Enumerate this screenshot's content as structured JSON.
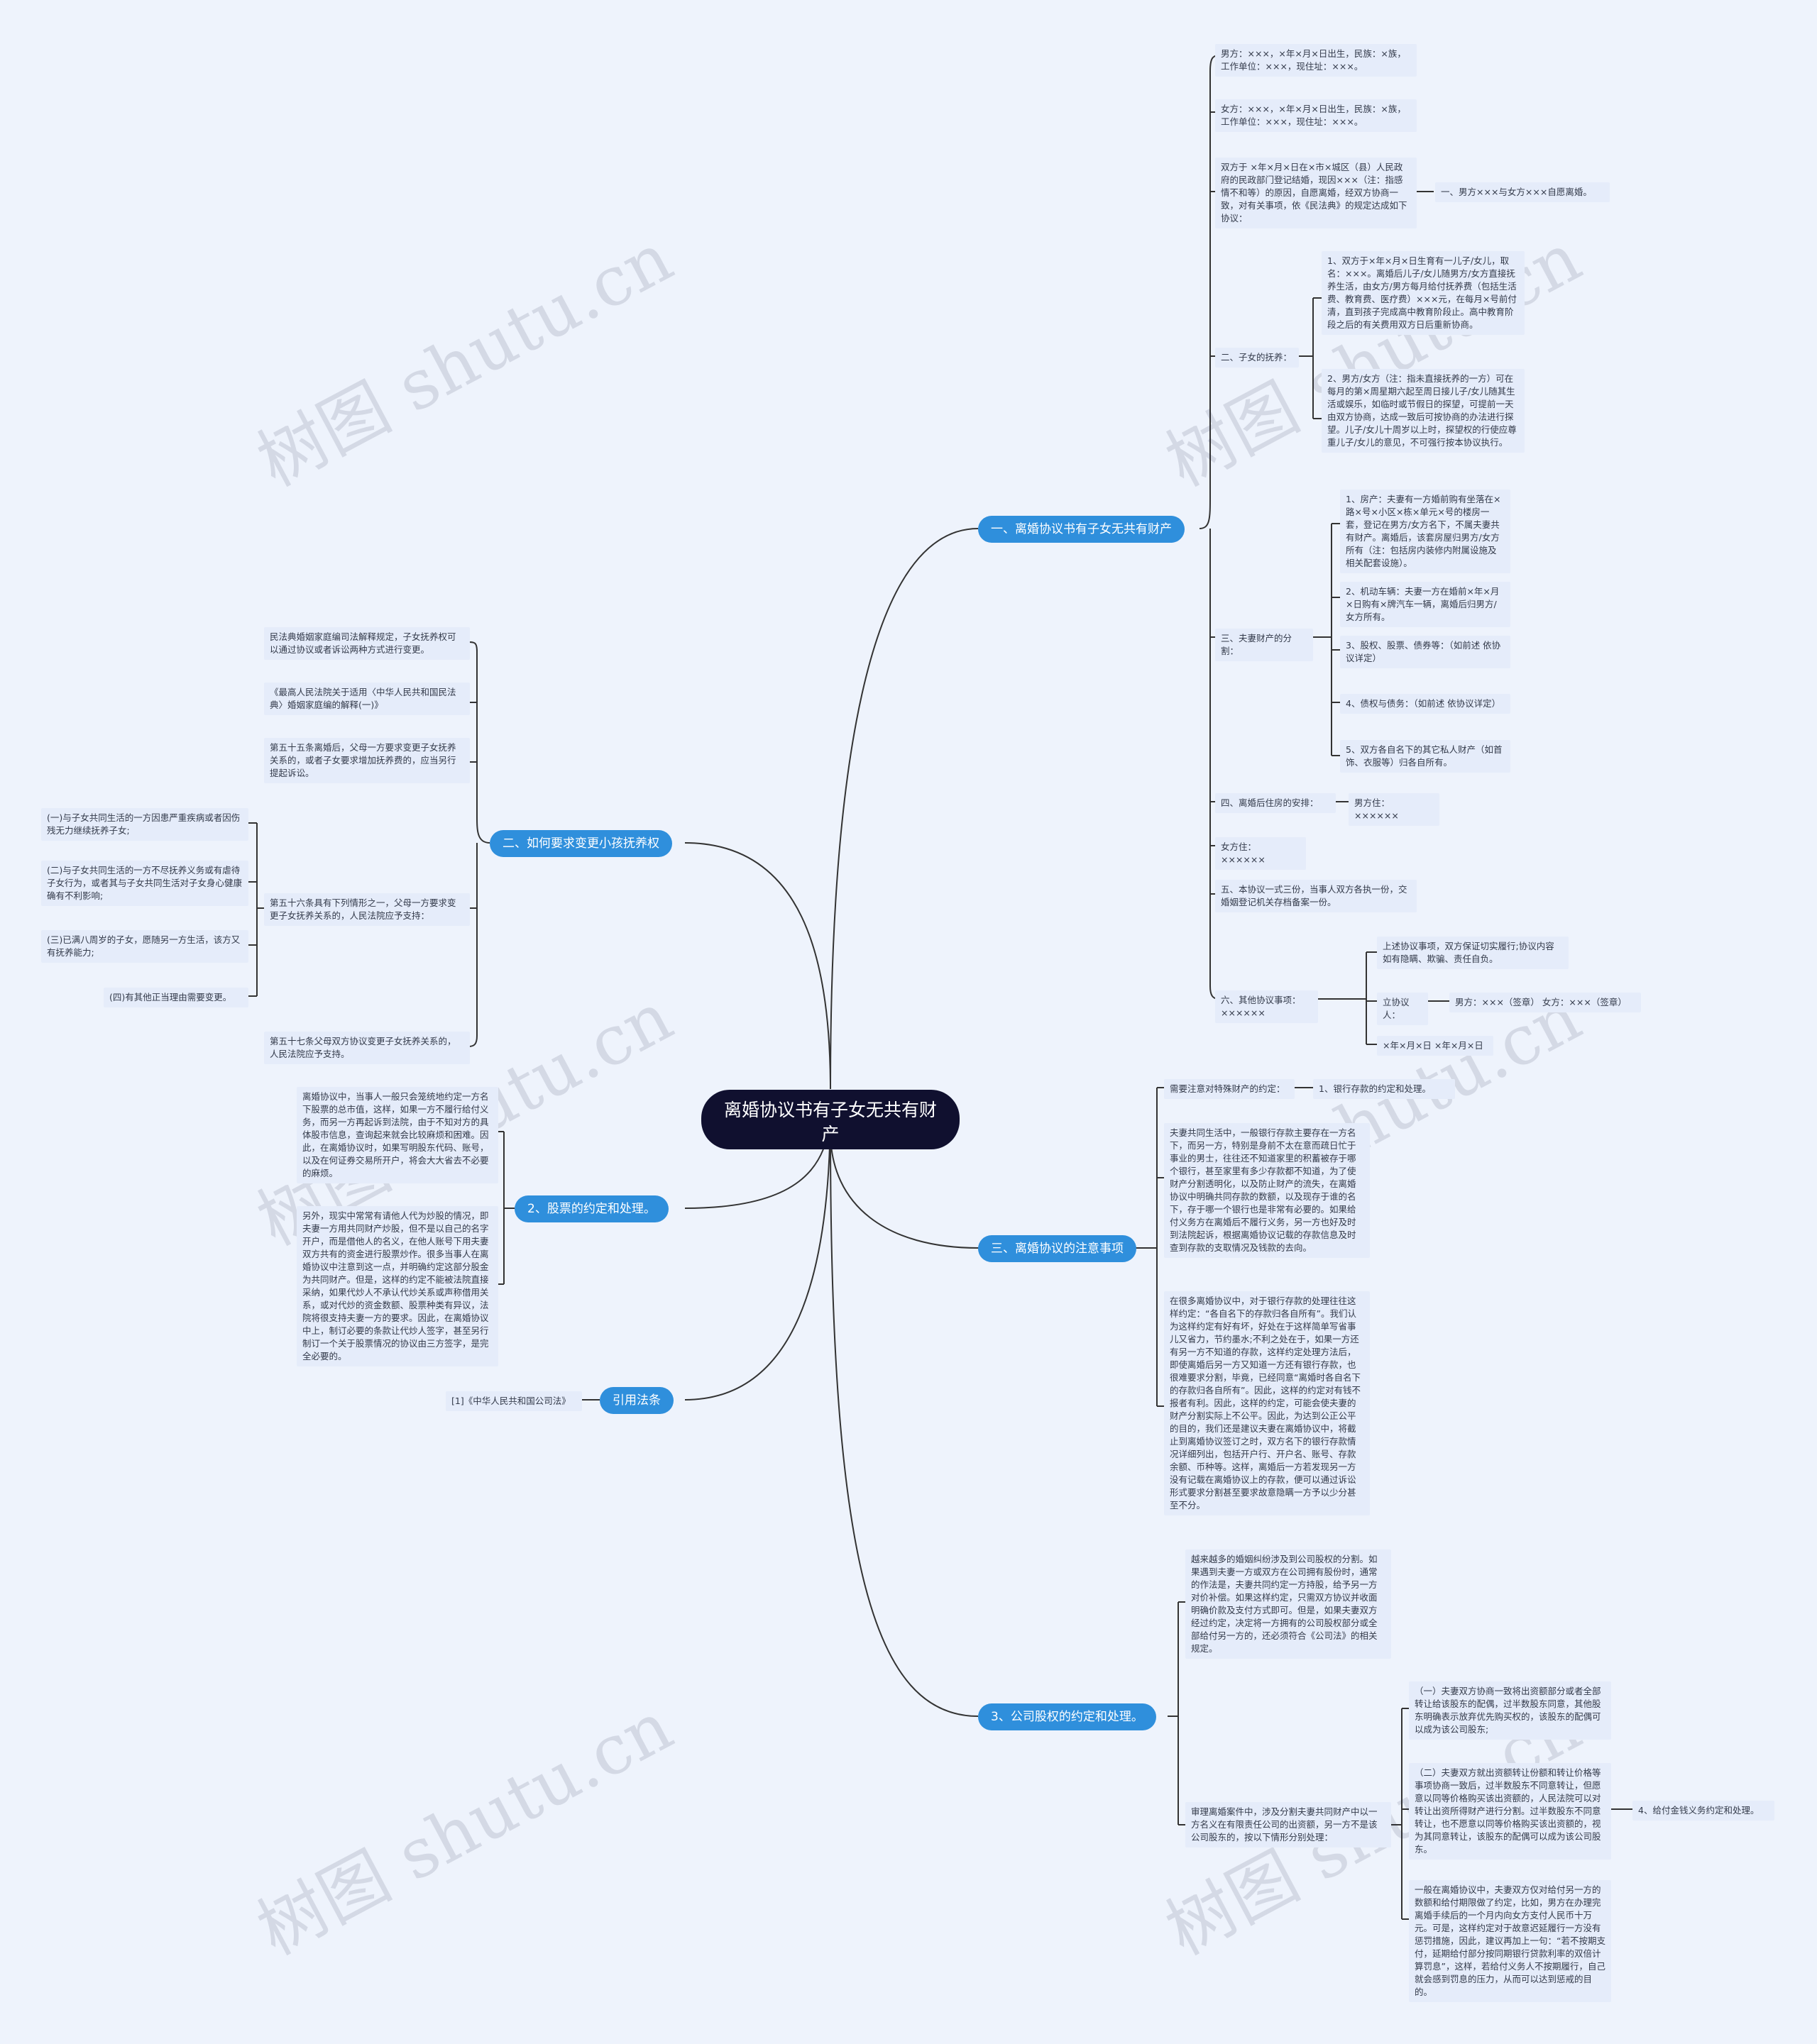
{
  "root": "离婚协议书有子女无共有财产",
  "branches": {
    "b1": "一、离婚协议书有子女无共有财产",
    "b2": "二、如何要求变更小孩抚养权",
    "b3": "2、股票的约定和处理。",
    "b4": "引用法条",
    "b5": "三、离婚协议的注意事项",
    "b6": "3、公司股权的约定和处理。"
  },
  "b1": {
    "man": "男方：×××，×年×月×日出生，民族：×族，工作单位：×××，现住址：×××。",
    "woman": "女方：×××，×年×月×日出生，民族：×族，工作单位：×××，现住址：×××。",
    "intro": "双方于 ×年×月×日在×市×城区（县）人民政府的民政部门登记结婚，现因×××（注：指感情不和等）的原因，自愿离婚，经双方协商一致，对有关事项，依《民法典》的规定达成如下协议：",
    "intro_child": "一、男方×××与女方×××自愿离婚。",
    "child_title": "二、子女的抚养：",
    "child_1": "1、双方于×年×月×日生育有一儿子/女儿，取名：×××。离婚后儿子/女儿随男方/女方直接抚养生活，由女方/男方每月给付抚养费（包括生活费、教育费、医疗费）×××元，在每月×号前付清，直到孩子完成高中教育阶段止。高中教育阶段之后的有关费用双方日后重新协商。",
    "child_2": "2、男方/女方（注：指未直接抚养的一方）可在每月的第×周星期六起至周日接儿子/女儿随其生活或娱乐，如临时或节假日的探望，可提前一天由双方协商，达成一致后可按协商的办法进行探望。儿子/女儿十周岁以上时，探望权的行使应尊重儿子/女儿的意见，不可强行按本协议执行。",
    "prop_title": "三、夫妻财产的分割：",
    "prop_1": "1、房产：夫妻有一方婚前购有坐落在×路×号×小区×栋×单元×号的楼房一套，登记在男方/女方名下，不属夫妻共有财产。离婚后，该套房屋归男方/女方所有（注：包括房内装修内附属设施及相关配套设施）。",
    "prop_2": "2、机动车辆：夫妻一方在婚前×年×月×日购有×牌汽车一辆，离婚后归男方/女方所有。",
    "prop_3": "3、股权、股票、债券等：（如前述 依协议详定）",
    "prop_4": "4、债权与债务：（如前述 依协议详定）",
    "prop_5": "5、双方各自名下的其它私人财产（如首饰、衣服等）归各自所有。",
    "res_title": "四、离婚后住房的安排：",
    "res_man": "男方住：××××××",
    "res_woman": "女方住：××××××",
    "five": "五、本协议一式三份，当事人双方各执一份，交婚姻登记机关存档备案一份。",
    "six_title": "六、其他协议事项：××××××",
    "six_1": "上述协议事项，双方保证切实履行;协议内容如有隐瞒、欺骗、责任自负。",
    "six_sign": "立协议人：",
    "six_sign_child": "男方：×××（签章） 女方：×××（签章）",
    "six_date": "×年×月×日 ×年×月×日"
  },
  "b2": {
    "n1": "民法典婚姻家庭编司法解释规定，子女抚养权可以通过协议或者诉讼两种方式进行变更。",
    "n2": "《最高人民法院关于适用〈中华人民共和国民法典〉婚姻家庭编的解释(一)》",
    "n3": "第五十五条离婚后，父母一方要求变更子女抚养关系的，或者子女要求增加抚养费的，应当另行提起诉讼。",
    "n4": "第五十六条具有下列情形之一，父母一方要求变更子女抚养关系的，人民法院应予支持：",
    "n4_1": "(一)与子女共同生活的一方因患严重疾病或者因伤残无力继续抚养子女;",
    "n4_2": "(二)与子女共同生活的一方不尽抚养义务或有虐待子女行为，或者其与子女共同生活对子女身心健康确有不利影响;",
    "n4_3": "(三)已满八周岁的子女，愿随另一方生活，该方又有抚养能力;",
    "n4_4": "(四)有其他正当理由需要变更。",
    "n5": "第五十七条父母双方协议变更子女抚养关系的，人民法院应予支持。"
  },
  "b3": {
    "n1": "离婚协议中，当事人一般只会笼统地约定一方名下股票的总市值，这样，如果一方不履行给付义务，而另一方再起诉到法院，由于不知对方的具体股市信息，查询起来就会比较麻烦和困难。因此，在离婚协议时，如果写明股东代码、账号，以及在何证券交易所开户，将会大大省去不必要的麻烦。",
    "n2": "另外，现实中常常有请他人代为炒股的情况，即夫妻一方用共同财产炒股，但不是以自己的名字开户，而是借他人的名义，在他人账号下用夫妻双方共有的资金进行股票炒作。很多当事人在离婚协议中注意到这一点，并明确约定这部分股金为共同财产。但是，这样的约定不能被法院直接采纳，如果代炒人不承认代炒关系或声称借用关系，或对代炒的资金数额、股票种类有异议，法院将很支持夫妻一方的要求。因此，在离婚协议中上，制订必要的条款让代炒人签字，甚至另行制订一个关于股票情况的协议由三方签字，是完全必要的。"
  },
  "b4": {
    "n1": "[1]《中华人民共和国公司法》"
  },
  "b5": {
    "n1": "需要注意对特殊财产的约定：",
    "n1_child": "1、银行存款的约定和处理。",
    "n2": "夫妻共同生活中，一般银行存款主要存在一方名下，而另一方，特别是身前不太在意而疏日忙于事业的男士，往往还不知道家里的积蓄被存于哪个银行，甚至家里有多少存款都不知道，为了使财产分割透明化，以及防止财产的流失，在离婚协议中明确共同存款的数额，以及现存于谁的名下，存于哪一个银行也是非常有必要的。如果给付义务方在离婚后不履行义务，另一方也好及时到法院起诉，根据离婚协议记载的存款信息及时查到存款的支取情况及钱款的去向。",
    "n3": "在很多离婚协议中，对于银行存款的处理往往这样约定：“各自名下的存款归各自所有”。我们认为这样约定有好有坏，好处在于这样简单写省事儿又省力，节约墨水;不利之处在于，如果一方还有另一方不知道的存款，这样约定处理方法后，即使离婚后另一方又知道一方还有银行存款，也很难要求分割，毕竟，已经同意“离婚时各自名下的存款归各自所有”。因此，这样的约定对有钱不报者有利。因此，这样的约定，可能会使夫妻的财产分割实际上不公平。因此，为达到公正公平的目的，我们还是建议夫妻在离婚协议中，将截止到离婚协议签订之时，双方名下的银行存款情况详细列出，包括开户行、开户名、账号、存款余额、币种等。这样，离婚后一方若发现另一方没有记载在离婚协议上的存款，便可以通过诉讼形式要求分割甚至要求故意隐瞒一方予以少分甚至不分。"
  },
  "b6": {
    "n1": "越来越多的婚姻纠纷涉及到公司股权的分割。如果遇到夫妻一方或双方在公司拥有股份时，通常的作法是，夫妻共同约定一方持股，给予另一方对价补偿。如果这样约定，只需双方协议并收面明确价款及支付方式即可。但是，如果夫妻双方经过约定，决定将一方拥有的公司股权部分或全部给付另一方的，还必须符合《公司法》的相关规定。",
    "n2": "审理离婚案件中，涉及分割夫妻共同财产中以一方名义在有限责任公司的出资额，另一方不是该公司股东的，按以下情形分别处理：",
    "n2_1": "（一）夫妻双方协商一致将出资额部分或者全部转让给该股东的配偶，过半数股东同意，其他股东明确表示放弃优先购买权的，该股东的配偶可以成为该公司股东;",
    "n2_2": "（二）夫妻双方就出资额转让份额和转让价格等事项协商一致后，过半数股东不同意转让，但愿意以同等价格购买该出资额的，人民法院可以对转让出资所得财产进行分割。过半数股东不同意转让，也不愿意以同等价格购买该出资额的，视为其同意转让，该股东的配偶可以成为该公司股东。",
    "n2_3": "一般在离婚协议中，夫妻双方仅对给付另一方的数额和给付期限做了约定，比如，男方在办理完离婚手续后的一个月内向女方支付人民币十万元。可是，这样约定对于故意迟延履行一方没有惩罚措施，因此，建议再加上一句：“若不按期支付，延期给付部分按同期银行贷款利率的双倍计算罚息”，这样，若给付义务人不按期履行，自己就会感到罚息的压力，从而可以达到惩戒的目的。",
    "n2_side": "4、给付金钱义务约定和处理。"
  },
  "watermark": "树图 shutu.cn",
  "colors": {
    "root_bg": "#10102f",
    "branch_bg": "#2f8fdc",
    "leaf_bg": "#e5ecfa",
    "line": "#333333",
    "page_bg": "#eef3fc"
  }
}
